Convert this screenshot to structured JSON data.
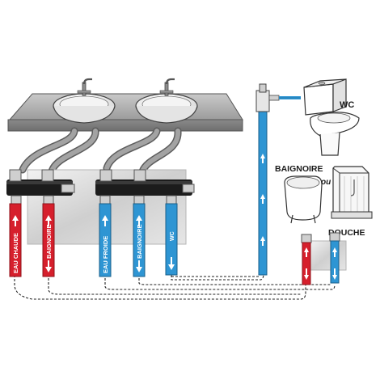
{
  "labels": {
    "wc": "WC",
    "baignoire_right": "BAIGNOIRE",
    "ou": "ou",
    "douche": "DOUCHE"
  },
  "pipes": {
    "eau_chaude": "EAU CHAUDE",
    "baignoire_red": "BAIGNOIRE",
    "eau_froide": "EAU FROIDE",
    "baignoire_blue": "BAIGNOIRE",
    "wc_small": "WC"
  },
  "colors": {
    "hot": "#d61f2c",
    "cold": "#2e95d3",
    "manifold": "#1a1a1a",
    "counter": "#9a9a9a",
    "panel": "#d9d9d9"
  }
}
